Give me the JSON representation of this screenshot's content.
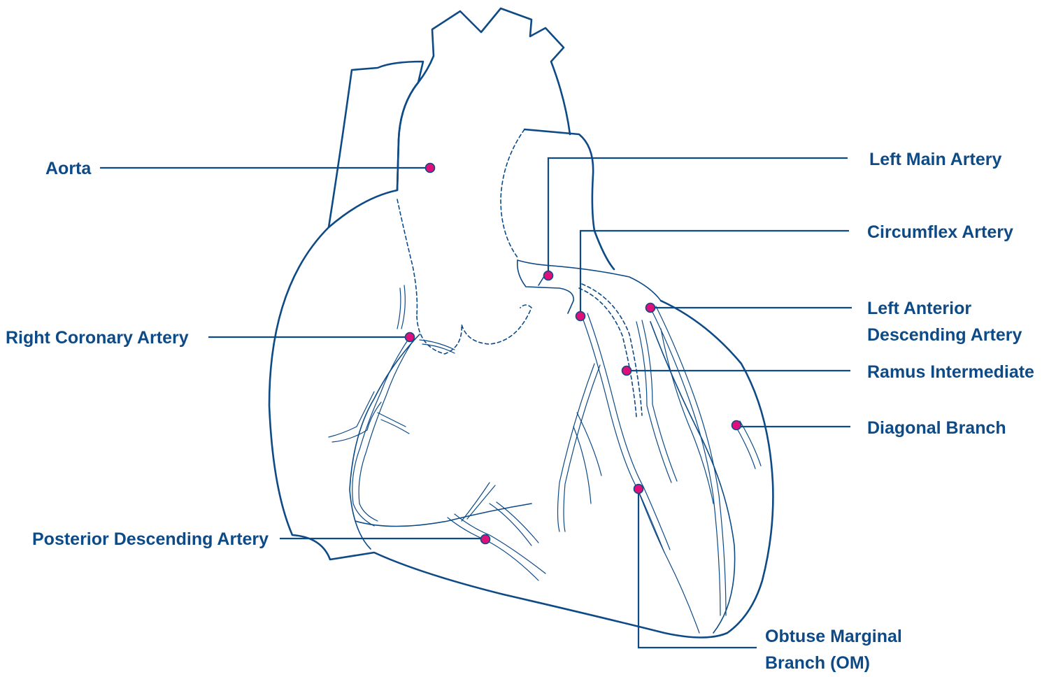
{
  "colors": {
    "line": "#0d4a86",
    "marker": "#e0107a",
    "label": "#0d4a86"
  },
  "labels": {
    "aorta": [
      "Aorta"
    ],
    "right_coronary_artery": [
      "Right Coronary Artery"
    ],
    "posterior_descending_artery": [
      "Posterior Descending Artery"
    ],
    "left_main_artery": [
      "Left Main Artery"
    ],
    "circumflex_artery": [
      "Circumflex Artery"
    ],
    "left_anterior_descending_artery": [
      "Left Anterior",
      "Descending Artery"
    ],
    "ramus_intermediate": [
      "Ramus Intermediate"
    ],
    "diagonal_branch": [
      "Diagonal Branch"
    ],
    "obtuse_marginal_branch": [
      "Obtuse Marginal",
      "Branch (OM)"
    ]
  }
}
